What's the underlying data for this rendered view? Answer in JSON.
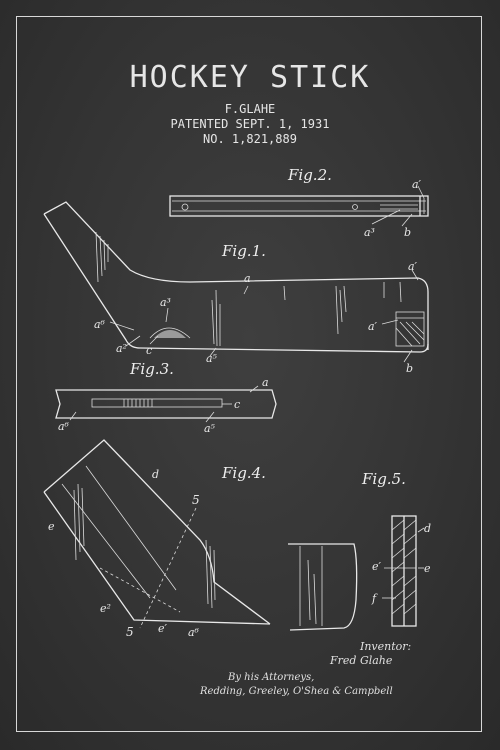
{
  "title": "HOCKEY STICK",
  "inventor_line": "F.GLAHE",
  "patent_date": "PATENTED SEPT. 1, 1931",
  "patent_number": "NO. 1,821,889",
  "figures": {
    "fig1": "Fig.1.",
    "fig2": "Fig.2.",
    "fig3": "Fig.3.",
    "fig4": "Fig.4.",
    "fig5": "Fig.5."
  },
  "labels": {
    "a": "a",
    "a1": "a′",
    "a2": "a²",
    "a3": "a³",
    "a5": "a⁵",
    "a6": "a⁶",
    "b": "b",
    "c": "c",
    "d": "d",
    "e": "e",
    "e1": "e′",
    "e2": "e²",
    "f": "f",
    "five": "5"
  },
  "footer": {
    "inventor_label": "Inventor:",
    "inventor_name": "Fred Glahe",
    "attorneys_label": "By his Attorneys,",
    "attorneys_names": "Redding, Greeley, O'Shea & Campbell"
  }
}
